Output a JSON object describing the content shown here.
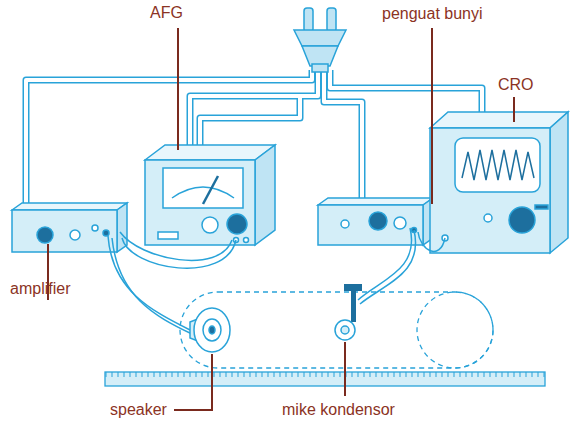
{
  "diagram": {
    "labels": [
      "AFG",
      "penguat bunyi",
      "CRO",
      "amplifier",
      "speaker",
      "mike kondensor"
    ]
  }
}
